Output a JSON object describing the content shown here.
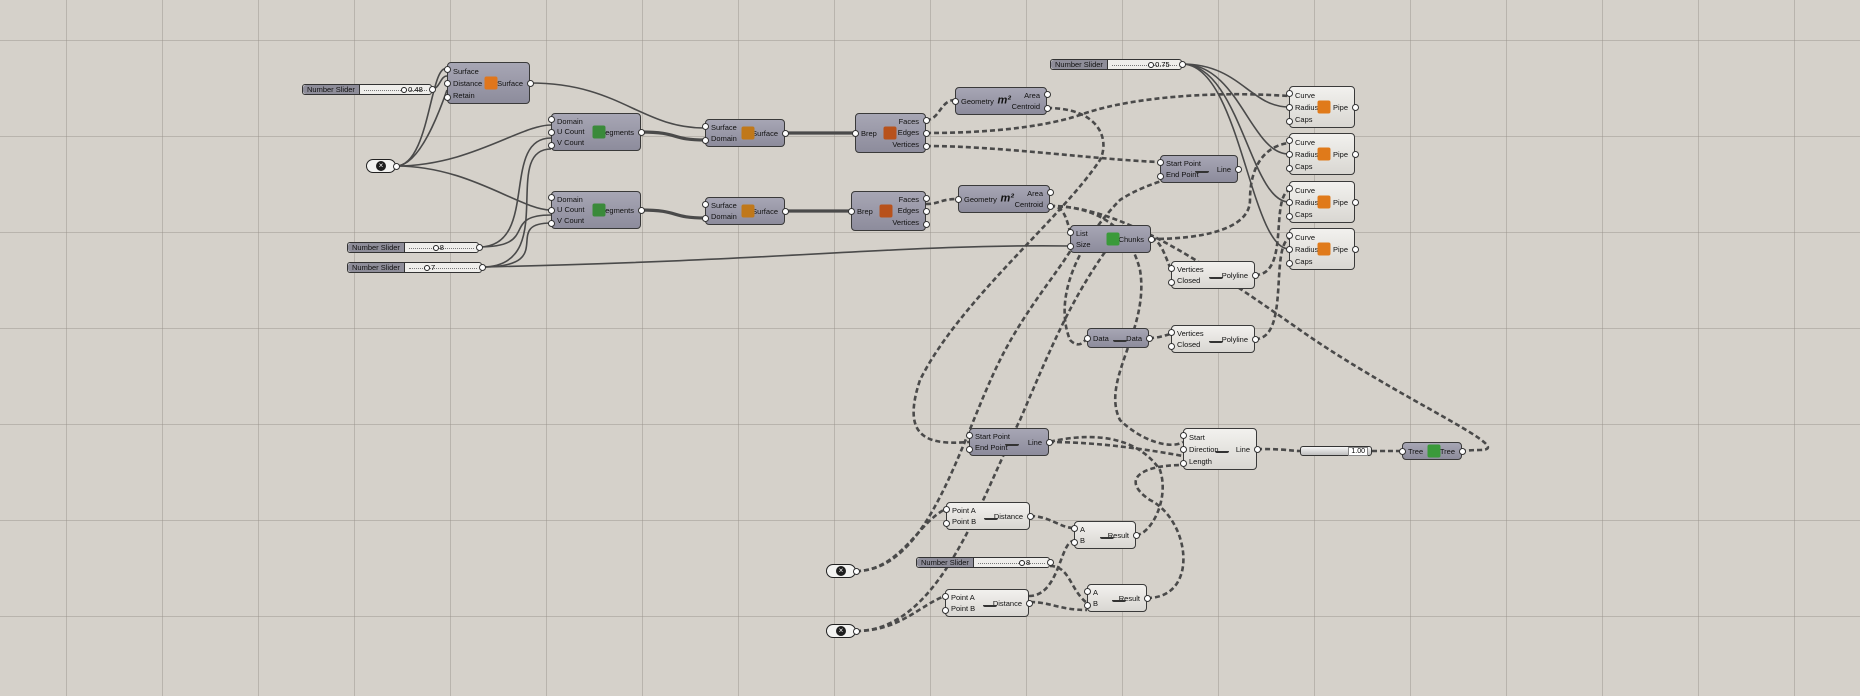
{
  "canvas": {
    "background": "#d5d1ca"
  },
  "sliders": [
    {
      "id": "s1",
      "label": "Number Slider",
      "value": "0.48"
    },
    {
      "id": "s2",
      "label": "Number Slider",
      "value": "8"
    },
    {
      "id": "s3",
      "label": "Number Slider",
      "value": "7"
    },
    {
      "id": "s4",
      "label": "Number Slider",
      "value": "0.75"
    },
    {
      "id": "s5",
      "label": "Number Slider",
      "value": "8"
    }
  ],
  "components": {
    "offset": {
      "inputs": [
        "Surface",
        "Distance",
        "Retain"
      ],
      "outputs": [
        "Surface"
      ],
      "icon": "offset-surface-icon"
    },
    "divide1": {
      "inputs": [
        "Domain",
        "U Count",
        "V Count"
      ],
      "outputs": [
        "Segments"
      ],
      "icon": "divide-domain-icon"
    },
    "divide2": {
      "inputs": [
        "Domain",
        "U Count",
        "V Count"
      ],
      "outputs": [
        "Segments"
      ],
      "icon": "divide-domain-icon"
    },
    "isotrim1": {
      "inputs": [
        "Surface",
        "Domain"
      ],
      "outputs": [
        "Surface"
      ],
      "icon": "isotrim-icon"
    },
    "isotrim2": {
      "inputs": [
        "Surface",
        "Domain"
      ],
      "outputs": [
        "Surface"
      ],
      "icon": "isotrim-icon"
    },
    "dbrep1": {
      "inputs": [
        "Brep"
      ],
      "outputs": [
        "Faces",
        "Edges",
        "Vertices"
      ],
      "icon": "deconstruct-brep-icon"
    },
    "dbrep2": {
      "inputs": [
        "Brep"
      ],
      "outputs": [
        "Faces",
        "Edges",
        "Vertices"
      ],
      "icon": "deconstruct-brep-icon"
    },
    "area1": {
      "inputs": [
        "Geometry"
      ],
      "outputs": [
        "Area",
        "Centroid"
      ],
      "icon": "m²"
    },
    "area2": {
      "inputs": [
        "Geometry"
      ],
      "outputs": [
        "Area",
        "Centroid"
      ],
      "icon": "m²"
    },
    "chunks": {
      "inputs": [
        "List",
        "Size"
      ],
      "outputs": [
        "Chunks"
      ],
      "icon": "partition-list-icon"
    },
    "line1": {
      "inputs": [
        "Start Point",
        "End Point"
      ],
      "outputs": [
        "Line"
      ],
      "icon": "line-icon"
    },
    "line2": {
      "inputs": [
        "Start Point",
        "End Point"
      ],
      "outputs": [
        "Line"
      ],
      "icon": "line-icon"
    },
    "linesdl": {
      "inputs": [
        "Start",
        "Direction",
        "Length"
      ],
      "outputs": [
        "Line"
      ],
      "icon": "line-sdl-icon"
    },
    "pipe1": {
      "inputs": [
        "Curve",
        "Radius",
        "Caps"
      ],
      "outputs": [
        "Pipe"
      ],
      "icon": "pipe-icon"
    },
    "pipe2": {
      "inputs": [
        "Curve",
        "Radius",
        "Caps"
      ],
      "outputs": [
        "Pipe"
      ],
      "icon": "pipe-icon"
    },
    "pipe3": {
      "inputs": [
        "Curve",
        "Radius",
        "Caps"
      ],
      "outputs": [
        "Pipe"
      ],
      "icon": "pipe-icon"
    },
    "pipe4": {
      "inputs": [
        "Curve",
        "Radius",
        "Caps"
      ],
      "outputs": [
        "Pipe"
      ],
      "icon": "pipe-icon"
    },
    "polyline1": {
      "inputs": [
        "Vertices",
        "Closed"
      ],
      "outputs": [
        "Polyline"
      ],
      "icon": "polyline-icon"
    },
    "polyline2": {
      "inputs": [
        "Vertices",
        "Closed"
      ],
      "outputs": [
        "Polyline"
      ],
      "icon": "polyline-icon"
    },
    "data": {
      "inputs": [
        "Data"
      ],
      "outputs": [
        "Data"
      ],
      "icon": "data-icon"
    },
    "tree": {
      "inputs": [
        "Tree"
      ],
      "outputs": [
        "Tree"
      ],
      "icon": "tree-icon"
    },
    "dist1": {
      "inputs": [
        "Point A",
        "Point B"
      ],
      "outputs": [
        "Distance"
      ],
      "icon": "distance-icon"
    },
    "dist2": {
      "inputs": [
        "Point A",
        "Point B"
      ],
      "outputs": [
        "Distance"
      ],
      "icon": "distance-icon"
    },
    "div": {
      "inputs": [
        "A",
        "B"
      ],
      "outputs": [
        "Result"
      ],
      "icon": "division-icon"
    },
    "min": {
      "inputs": [
        "A",
        "B"
      ],
      "outputs": [
        "Result"
      ],
      "icon": "minimum-icon"
    }
  },
  "panel": {
    "value": "1.00"
  }
}
